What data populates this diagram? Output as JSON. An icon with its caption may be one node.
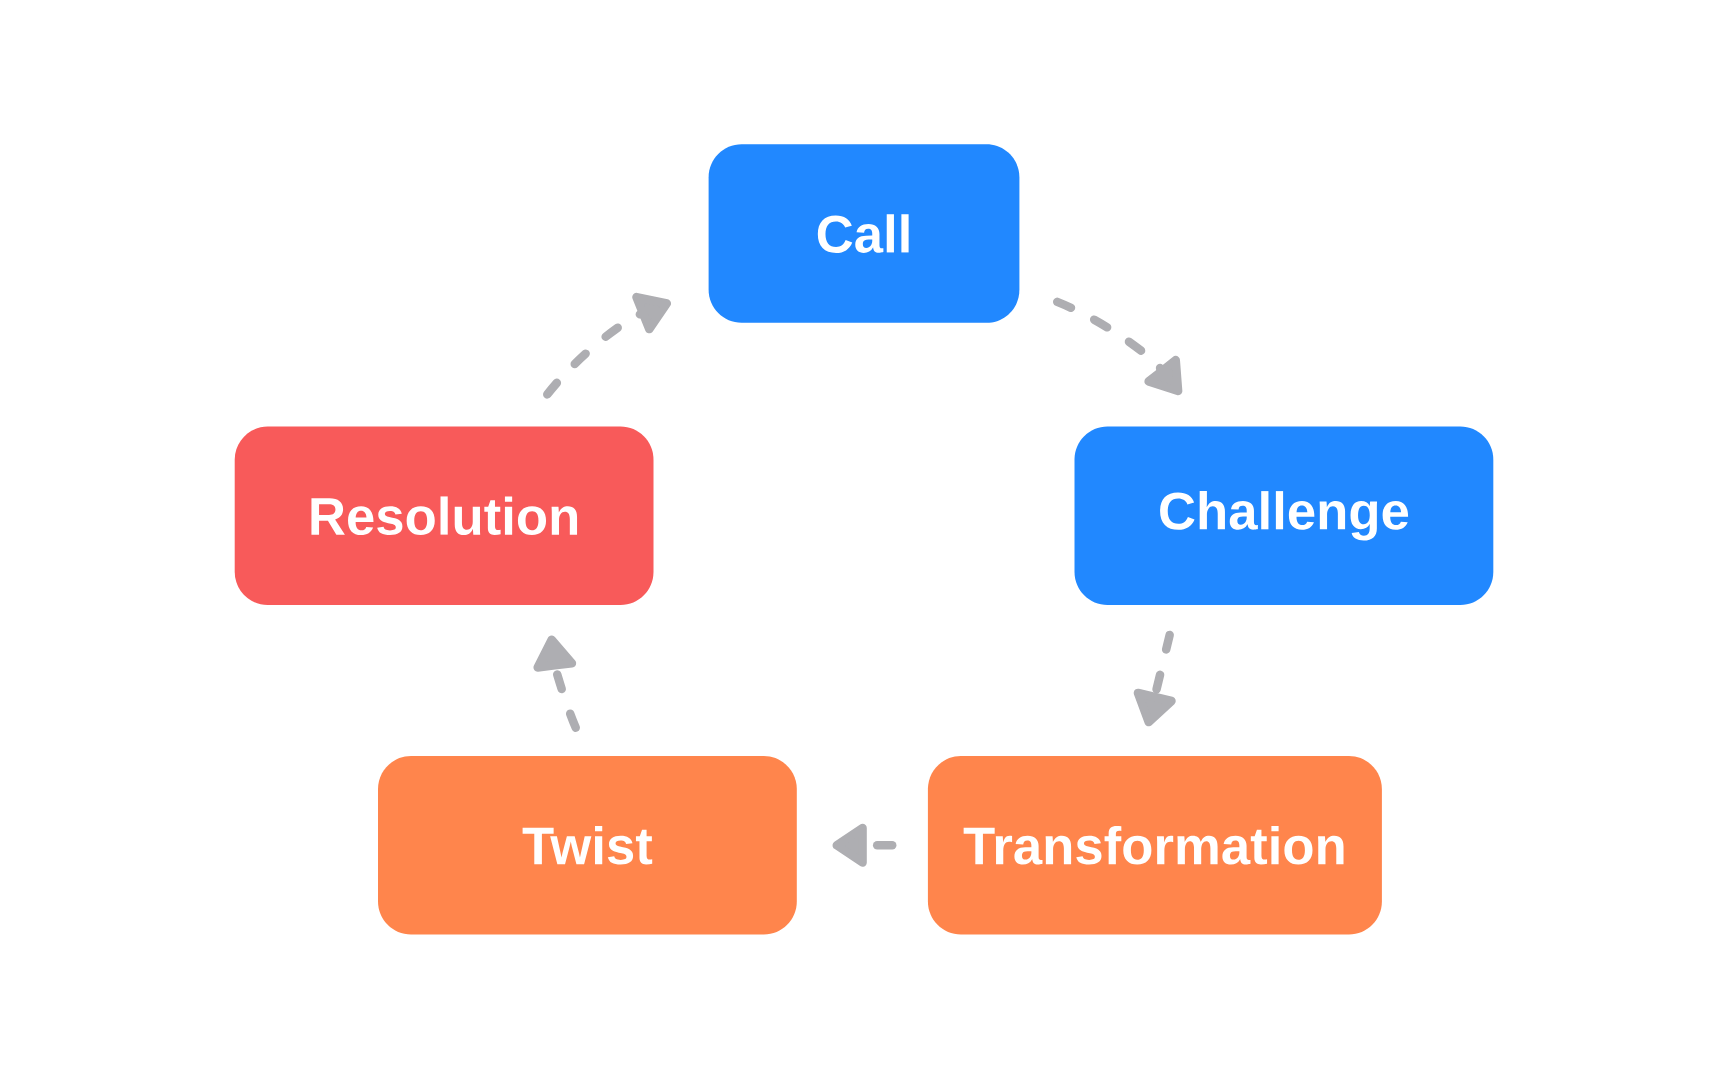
{
  "diagram": {
    "nodes": [
      {
        "text": [
          "Call"
        ]
      },
      {
        "text": [
          "Challenge"
        ]
      },
      {
        "text": [
          "Transformation"
        ]
      },
      {
        "text": [
          "Twist"
        ]
      },
      {
        "text": [
          "Resolution"
        ]
      }
    ],
    "edges": [
      {
        "from": 0,
        "to": 1,
        "arrow": "to",
        "style": "dashed"
      },
      {
        "from": 1,
        "to": 2,
        "arrow": "to",
        "style": "dashed"
      },
      {
        "from": 2,
        "to": 3,
        "arrow": "to",
        "style": "dashed"
      },
      {
        "from": 3,
        "to": 4,
        "arrow": "to",
        "style": "dashed"
      },
      {
        "from": 4,
        "to": 0,
        "arrow": "to",
        "style": "dashed"
      }
    ]
  }
}
